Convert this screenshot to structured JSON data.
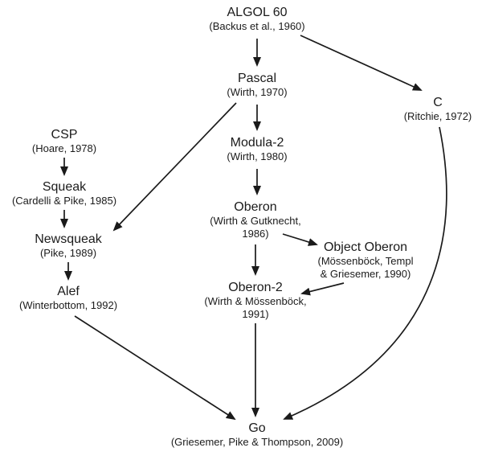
{
  "diagram": {
    "nodes": {
      "algol60": {
        "name": "ALGOL 60",
        "citation_lines": [
          "(Backus et al., 1960)"
        ]
      },
      "pascal": {
        "name": "Pascal",
        "citation_lines": [
          "(Wirth, 1970)"
        ]
      },
      "c": {
        "name": "C",
        "citation_lines": [
          "(Ritchie, 1972)"
        ]
      },
      "csp": {
        "name": "CSP",
        "citation_lines": [
          "(Hoare, 1978)"
        ]
      },
      "modula2": {
        "name": "Modula-2",
        "citation_lines": [
          "(Wirth, 1980)"
        ]
      },
      "squeak": {
        "name": "Squeak",
        "citation_lines": [
          "(Cardelli & Pike, 1985)"
        ]
      },
      "oberon": {
        "name": "Oberon",
        "citation_lines": [
          "(Wirth & Gutknecht,",
          "1986)"
        ]
      },
      "newsqueak": {
        "name": "Newsqueak",
        "citation_lines": [
          "(Pike, 1989)"
        ]
      },
      "objectoberon": {
        "name": "Object Oberon",
        "citation_lines": [
          "(Mössenböck, Templ",
          "& Griesemer, 1990)"
        ]
      },
      "alef": {
        "name": "Alef",
        "citation_lines": [
          "(Winterbottom, 1992)"
        ]
      },
      "oberon2": {
        "name": "Oberon-2",
        "citation_lines": [
          "(Wirth & Mössenböck,",
          "1991)"
        ]
      },
      "go": {
        "name": "Go",
        "citation_lines": [
          "(Griesemer, Pike & Thompson, 2009)"
        ]
      }
    },
    "edges": [
      {
        "from": "algol60",
        "to": "pascal"
      },
      {
        "from": "algol60",
        "to": "c"
      },
      {
        "from": "pascal",
        "to": "modula2"
      },
      {
        "from": "pascal",
        "to": "newsqueak"
      },
      {
        "from": "modula2",
        "to": "oberon"
      },
      {
        "from": "oberon",
        "to": "objectoberon"
      },
      {
        "from": "oberon",
        "to": "oberon2"
      },
      {
        "from": "objectoberon",
        "to": "oberon2"
      },
      {
        "from": "csp",
        "to": "squeak"
      },
      {
        "from": "squeak",
        "to": "newsqueak"
      },
      {
        "from": "newsqueak",
        "to": "alef"
      },
      {
        "from": "alef",
        "to": "go"
      },
      {
        "from": "oberon2",
        "to": "go"
      },
      {
        "from": "c",
        "to": "go"
      }
    ],
    "colors": {
      "text": "#1b1b1b",
      "arrow": "#1a1a1a",
      "background": "#ffffff"
    }
  }
}
